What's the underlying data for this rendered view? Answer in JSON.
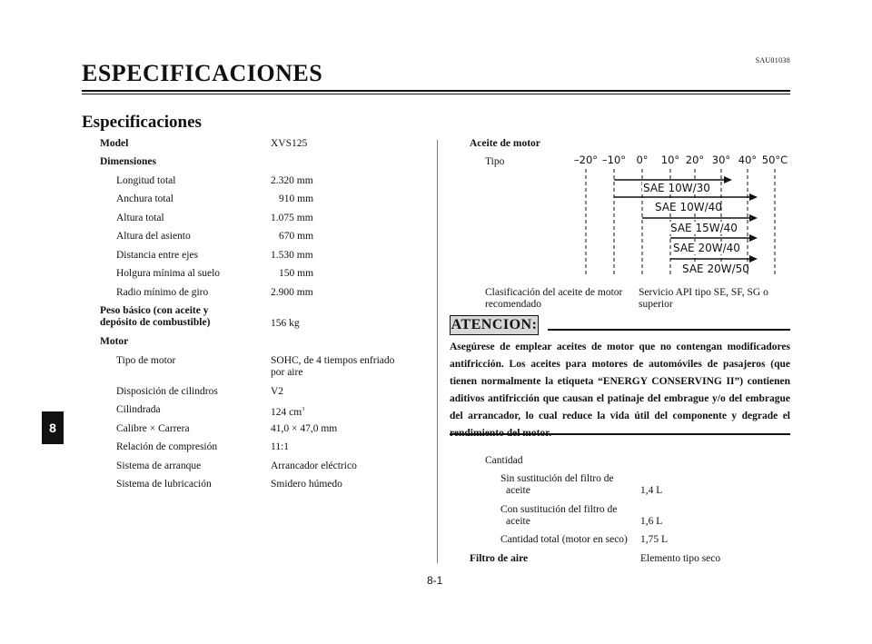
{
  "header": {
    "code": "SAU01038",
    "title": "ESPECIFICACIONES",
    "subtitle": "Especificaciones",
    "tab": "8",
    "page_number": "8-1"
  },
  "left": {
    "model_label": "Model",
    "model_value": "XVS125",
    "dimensiones_label": "Dimensiones",
    "dimensiones": [
      {
        "label": "Longitud total",
        "value": "2.320 mm"
      },
      {
        "label": "Anchura total",
        "value": "910 mm"
      },
      {
        "label": "Altura total",
        "value": "1.075 mm"
      },
      {
        "label": "Altura del asiento",
        "value": "670 mm"
      },
      {
        "label": "Distancia entre ejes",
        "value": "1.530 mm"
      },
      {
        "label": "Holgura mínima al suelo",
        "value": "150 mm"
      },
      {
        "label": "Radio mínimo de giro",
        "value": "2.900 mm"
      }
    ],
    "peso_label_1": "Peso básico (con aceite y",
    "peso_label_2": "depósito de combustible)",
    "peso_value": "156 kg",
    "motor_label": "Motor",
    "motor": {
      "tipo_label": "Tipo de motor",
      "tipo_value_1": "SOHC, de 4 tiempos enfriado",
      "tipo_value_2": "por aire",
      "disp_label": "Disposición de cilindros",
      "disp_value": "V2",
      "cil_label": "Cilindrada",
      "cil_value": "124 cm",
      "cil_sup": "3",
      "cal_label": "Calibre × Carrera",
      "cal_value": "41,0 × 47,0 mm",
      "rel_label": "Relación de compresión",
      "rel_value": "11:1",
      "arr_label": "Sistema de arranque",
      "arr_value": "Arrancador eléctrico",
      "lub_label": "Sistema de lubricación",
      "lub_value": "Smidero húmedo"
    }
  },
  "right": {
    "aceite_label": "Aceite de motor",
    "tipo_label": "Tipo",
    "temperatures": [
      "–20°",
      "–10°",
      "0°",
      "10°",
      "20°",
      "30°",
      "40°",
      "50°C"
    ],
    "oil_grades": [
      "SAE 10W/30",
      "SAE 10W/40",
      "SAE 15W/40",
      "SAE 20W/40",
      "SAE 20W/50"
    ],
    "clasif_label_1": "Clasificación del aceite de motor",
    "clasif_label_2": "recomendado",
    "clasif_value_1": "Servicio API tipo SE, SF, SG o",
    "clasif_value_2": "superior",
    "atencion_label": "ATENCION:",
    "atencion_text": "Asegúrese de emplear aceites de motor que no contengan modificadores antifricción. Los aceites para motores de automóviles de pasajeros (que tienen normalmente la etiqueta “ENERGY CONSERVING II”) contienen aditivos antifricción que causan el patinaje del embrague y/o del embrague del arrancador, lo cual reduce la vida útil del componente y degrade el rendimiento del motor.",
    "cantidad_label": "Cantidad",
    "sin_label_1": "Sin sustitución del filtro de",
    "sin_label_2": "aceite",
    "sin_value": "1,4 L",
    "con_label_1": "Con sustitución del filtro de",
    "con_label_2": "aceite",
    "con_value": "1,6 L",
    "total_label": "Cantidad total (motor en seco)",
    "total_value": "1,75 L",
    "filtro_label": "Filtro de aire",
    "filtro_value": "Elemento tipo seco"
  }
}
